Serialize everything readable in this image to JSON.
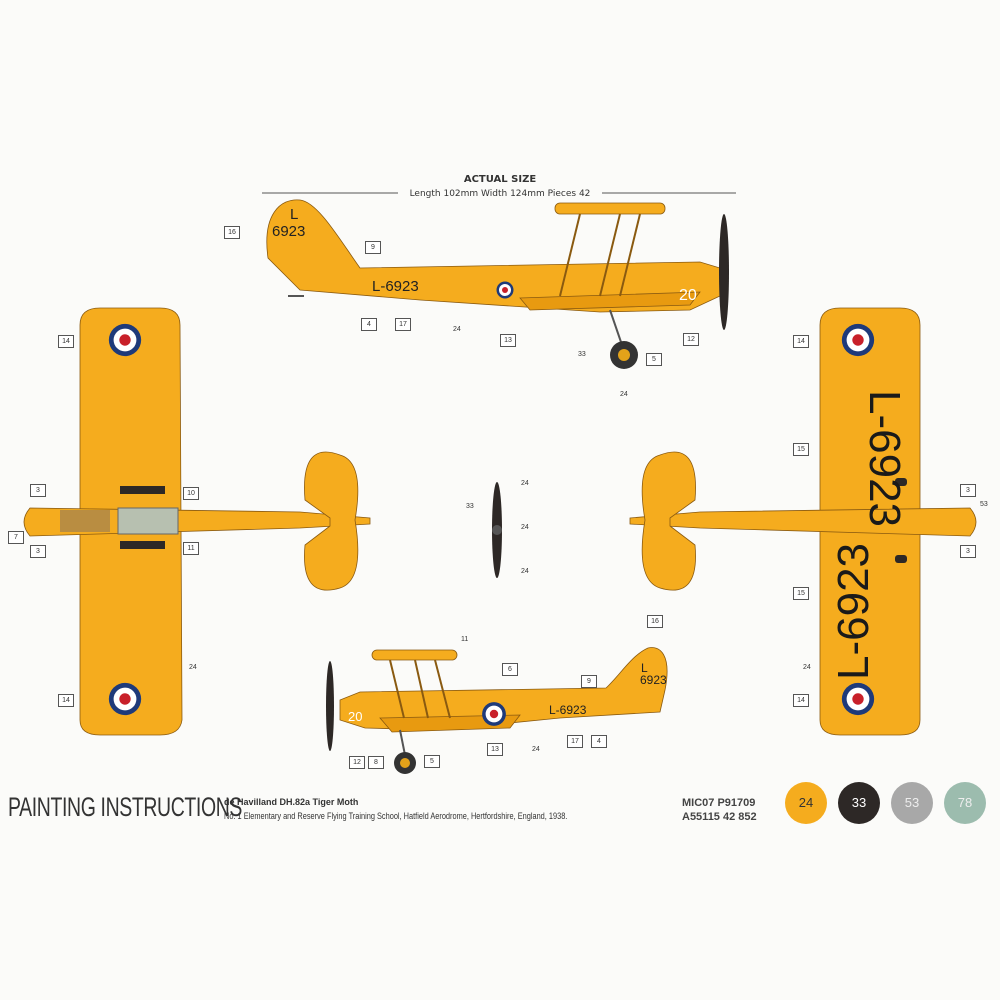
{
  "header": {
    "title": "ACTUAL SIZE",
    "dimensions": "Length 102mm   Width 124mm   Pieces 42"
  },
  "markings": {
    "serial": "L-6923",
    "tail_letter": "L",
    "tail_number": "6923",
    "code": "20"
  },
  "callouts": {
    "side_top": [
      "16",
      "9",
      "4",
      "17",
      "24",
      "13",
      "5",
      "12",
      "33",
      "24"
    ],
    "plan_top": [
      "14",
      "3",
      "10",
      "7",
      "3",
      "11",
      "24",
      "14"
    ],
    "propeller": [
      "33",
      "24",
      "24",
      "24"
    ],
    "plan_bottom": [
      "14",
      "15",
      "3",
      "53",
      "3",
      "15",
      "24",
      "14"
    ],
    "side_bottom": [
      "11",
      "6",
      "16",
      "9",
      "12",
      "8",
      "5",
      "13",
      "24",
      "17",
      "4"
    ]
  },
  "footer": {
    "title": "PAINTING INSTRUCTIONS",
    "model": "de Havilland DH.82a Tiger Moth",
    "unit": "No. 1 Elementary and Reserve Flying Training School, Hatfield Aerodrome, Hertfordshire, England, 1938.",
    "code1": "MIC07 P91709",
    "code2": "A55115 42 852"
  },
  "paints": [
    {
      "number": "24",
      "color": "#f5ac1e"
    },
    {
      "number": "33",
      "color": "#2d2826"
    },
    {
      "number": "53",
      "color": "#a8a8a8"
    },
    {
      "number": "78",
      "color": "#9cbcae"
    }
  ]
}
